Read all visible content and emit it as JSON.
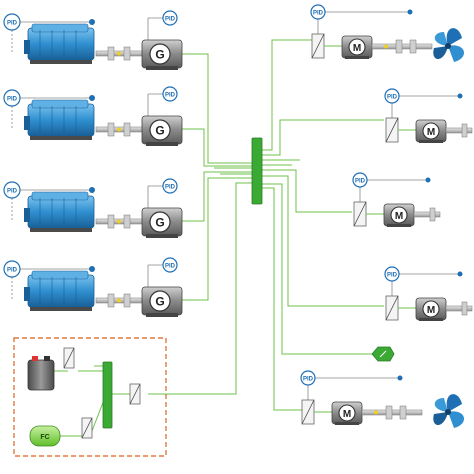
{
  "labels": {
    "pid": "PID",
    "generator": "G",
    "motor": "M",
    "fuel_cell": "FC"
  },
  "colors": {
    "bus_green": "#3aaa35",
    "line_green": "#6cc04a",
    "engine_blue": "#2f8fd0",
    "battery_zone": "#e07a40",
    "machine_grey": "#8a8a8a",
    "propeller_blue": "#1f6fb5"
  },
  "icons": {
    "engine": "diesel-engine-icon",
    "generator": "generator-icon",
    "motor": "motor-icon",
    "converter": "power-converter-icon",
    "propeller": "propeller-icon",
    "battery": "battery-icon",
    "fuel_cell": "fuel-cell-icon",
    "hotel_load": "hotel-load-icon",
    "controller": "pid-controller-icon"
  }
}
